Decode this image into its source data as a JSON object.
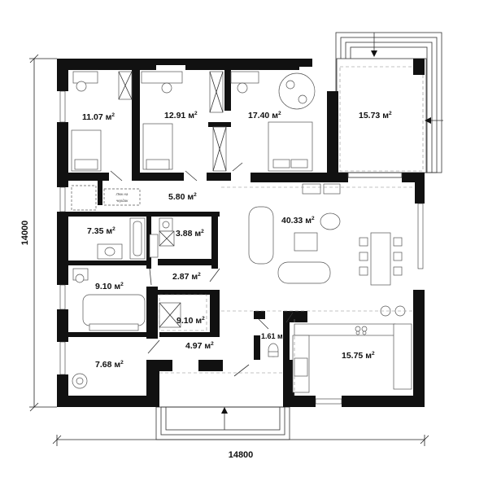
{
  "dimensions": {
    "width_label": "14800",
    "height_label": "14000"
  },
  "rooms": [
    {
      "id": "bedroom-1",
      "area": "11.07",
      "unit": "м",
      "exp": "2"
    },
    {
      "id": "bedroom-2",
      "area": "12.91",
      "unit": "м",
      "exp": "2"
    },
    {
      "id": "bedroom-3",
      "area": "17.40",
      "unit": "м",
      "exp": "2"
    },
    {
      "id": "terrace",
      "area": "15.73",
      "unit": "м",
      "exp": "2"
    },
    {
      "id": "corridor",
      "area": "5.80",
      "unit": "м",
      "exp": "2"
    },
    {
      "id": "living",
      "area": "40.33",
      "unit": "м",
      "exp": "2"
    },
    {
      "id": "bathroom",
      "area": "7.35",
      "unit": "м",
      "exp": "2"
    },
    {
      "id": "laundry",
      "area": "3.88",
      "unit": "м",
      "exp": "2"
    },
    {
      "id": "hall",
      "area": "2.87",
      "unit": "м",
      "exp": "2"
    },
    {
      "id": "study",
      "area": "9.10",
      "unit": "м",
      "exp": "2"
    },
    {
      "id": "wardrobe",
      "area": "9.10",
      "unit": "м",
      "exp": "2"
    },
    {
      "id": "wc",
      "area": "1.61",
      "unit": "м",
      "exp": "2"
    },
    {
      "id": "entrance",
      "area": "4.97",
      "unit": "м",
      "exp": "2"
    },
    {
      "id": "kitchen",
      "area": "15.75",
      "unit": "м",
      "exp": "2"
    },
    {
      "id": "boiler",
      "area": "7.68",
      "unit": "м",
      "exp": "2"
    }
  ],
  "notes": {
    "attic_hatch_line1": "Люк на",
    "attic_hatch_line2": "чердак"
  }
}
